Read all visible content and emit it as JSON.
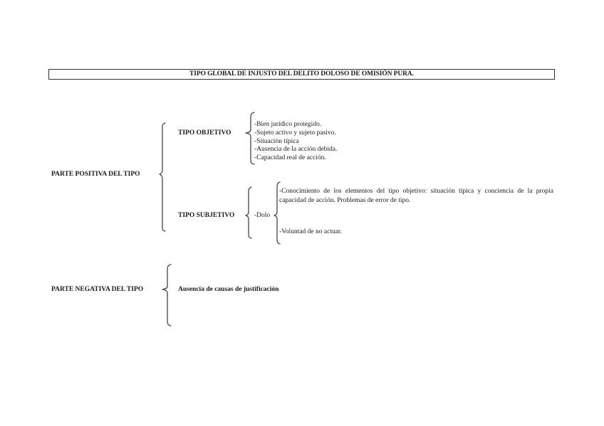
{
  "document": {
    "title": "TIPO GLOBAL DE INJUSTO DEL DELITO DOLOSO DE OMISIÓN PURA."
  },
  "positive": {
    "label": "PARTE POSITIVA DEL TIPO",
    "objective": {
      "label": "TIPO OBJETIVO",
      "items": [
        "-Bien jurídico protegido.",
        "-Sujeto activo y sujeto pasivo.",
        "-Situación típica",
        "-Ausencia de la acción debida.",
        "-Capacidad real de acción."
      ]
    },
    "subjective": {
      "label": "TIPO SUBJETIVO",
      "dolo_label": "-Dolo",
      "dolo_items": [
        "-Conocimiento de los elementos del tipo objetivo: situación típica y conciencia de la propia capacidad de acción. Problemas de error de tipo.",
        "-Voluntad de no actuar."
      ]
    }
  },
  "negative": {
    "label": "PARTE NEGATIVA DEL TIPO",
    "item": "Ausencia de causas de justificación"
  }
}
